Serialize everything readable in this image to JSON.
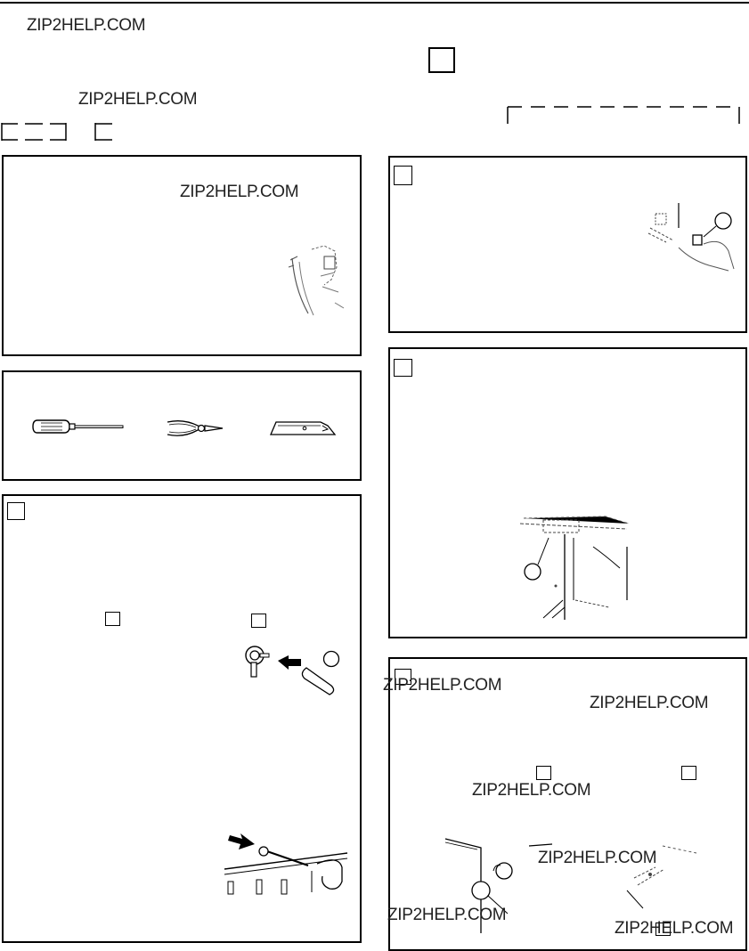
{
  "watermarks": {
    "w1": "ZIP2HELP.COM",
    "w2": "ZIP2HELP.COM",
    "w3": "ZIP2HELP.COM",
    "w4": "ZIP2HELP.COM",
    "w5": "ZIP2HELP.COM",
    "w6": "ZIP2HELP.COM",
    "w7": "ZIP2HELP.COM",
    "w8": "ZIP2HELP.COM",
    "w9": "ZIP2HELP.COM"
  },
  "icons": {
    "tool1": "screwdriver-icon",
    "tool2": "pliers-icon",
    "tool3": "utility-knife-icon"
  }
}
